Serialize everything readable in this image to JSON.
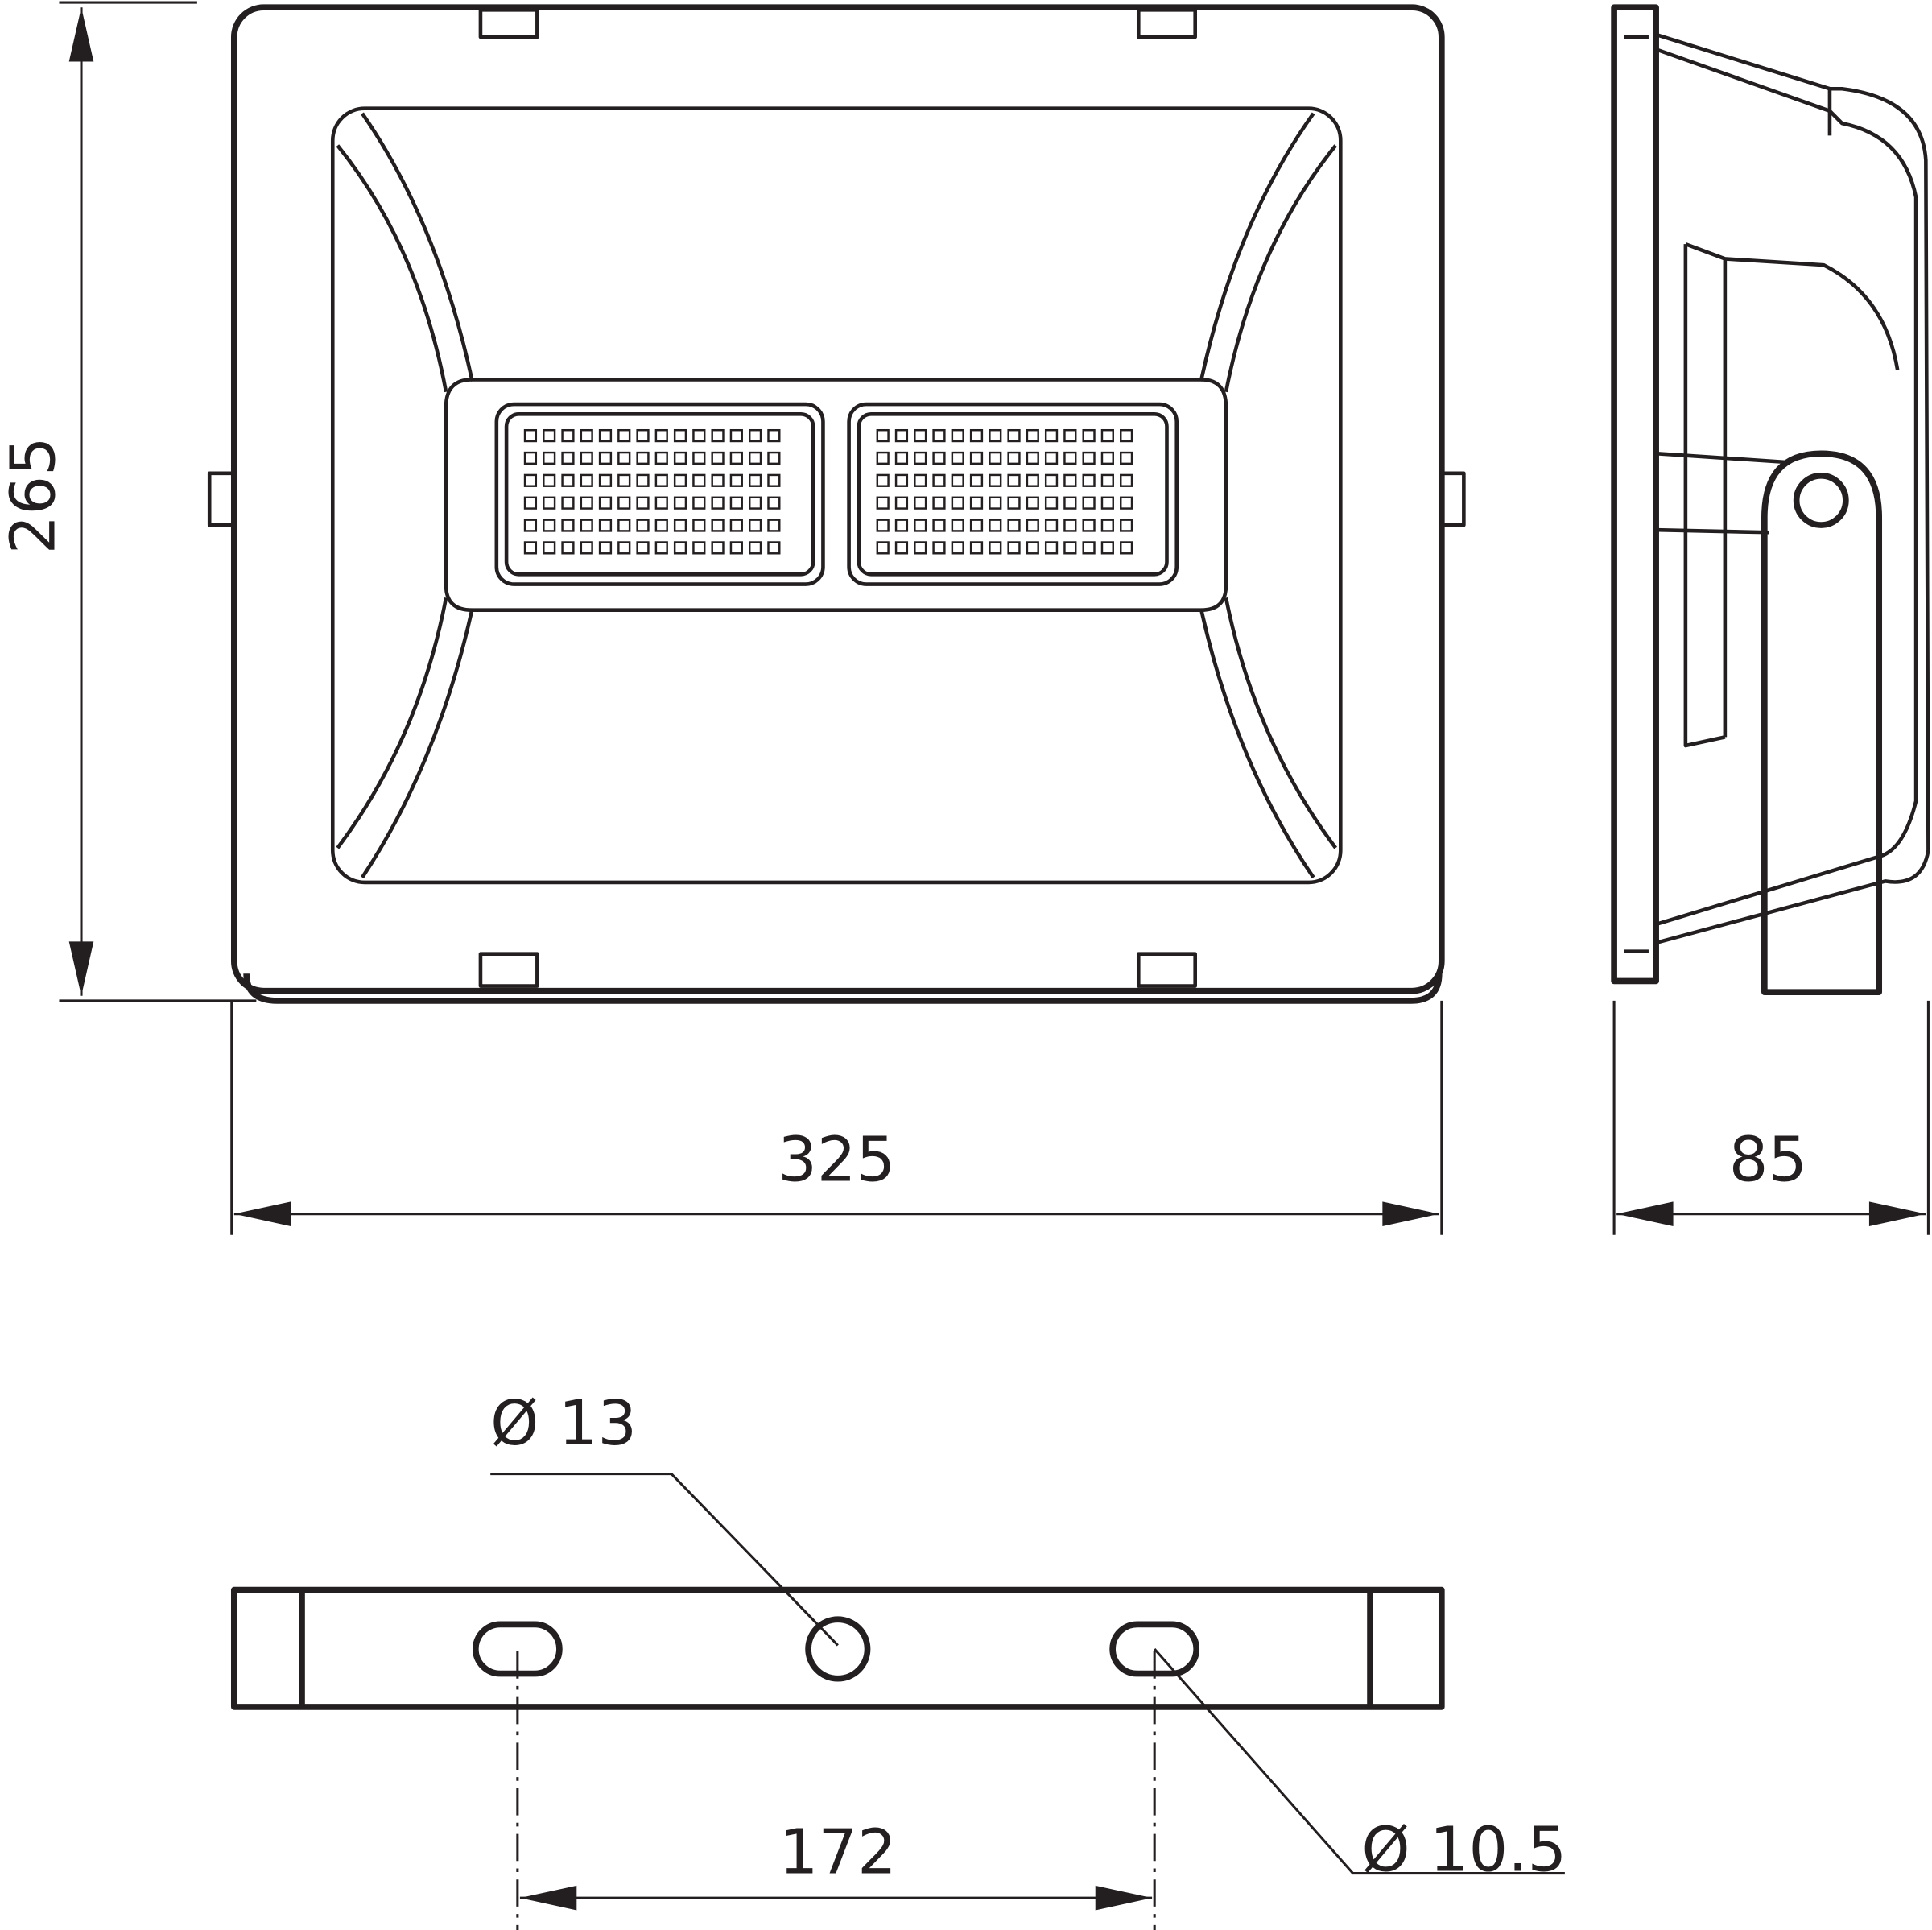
{
  "dimensions": {
    "height": "265",
    "width": "325",
    "depth": "85",
    "center_hole": "Ø 13",
    "slot_spacing": "172",
    "slot_hole": "Ø 10.5"
  },
  "led_grid": {
    "panels": 2,
    "columns": 14,
    "rows": 6
  },
  "colors": {
    "line": "#231f20",
    "background": "#ffffff"
  }
}
